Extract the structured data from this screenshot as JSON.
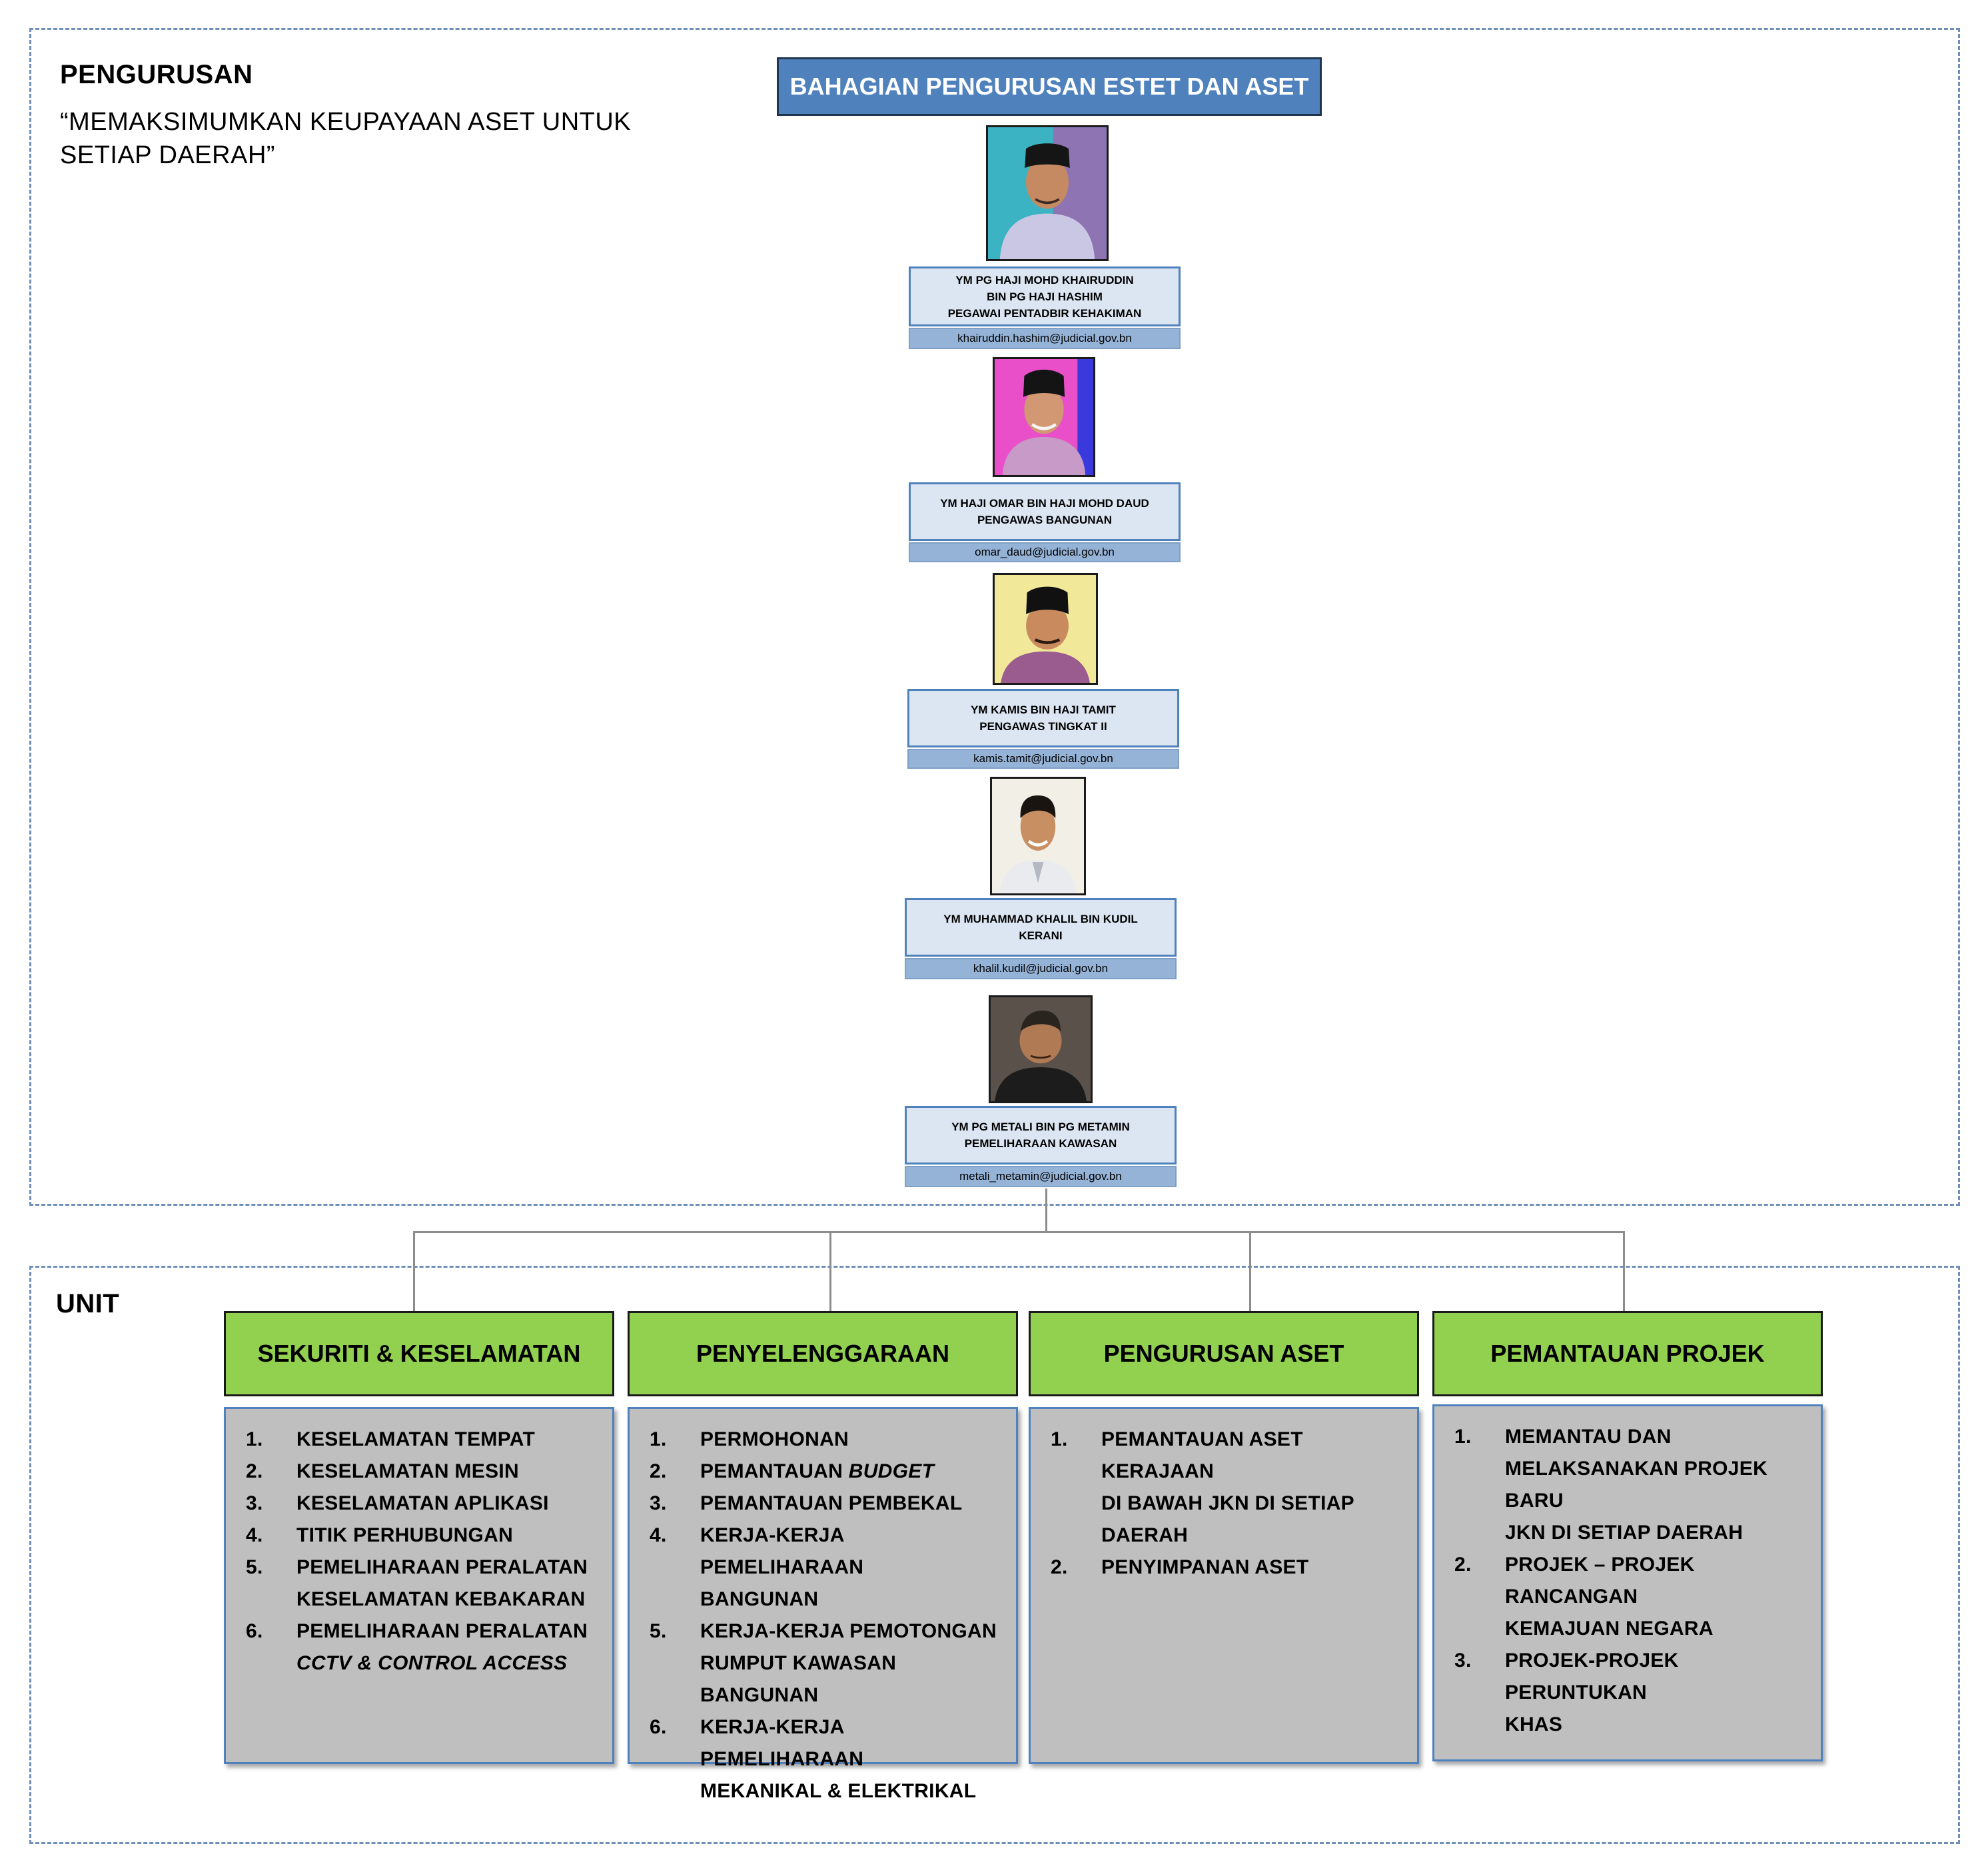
{
  "pengurusan": {
    "title": "PENGURUSAN",
    "tagline": "“MEMAKSIMUMKAN KEUPAYAAN ASET UNTUK SETIAP DAERAH”"
  },
  "department": {
    "title": "BAHAGIAN PENGURUSAN ESTET DAN ASET"
  },
  "staff": [
    {
      "name_lines": [
        "YM PG HAJI MOHD KHAIRUDDIN",
        "BIN PG HAJI HASHIM",
        "PEGAWAI PENTADBIR KEHAKIMAN"
      ],
      "email": "khairuddin.hashim@judicial.gov.bn",
      "photo_bg": "#3bb3c3"
    },
    {
      "name_lines": [
        "YM HAJI OMAR BIN HAJI MOHD DAUD",
        "PENGAWAS BANGUNAN"
      ],
      "email": "omar_daud@judicial.gov.bn",
      "photo_bg": "#e84fc8"
    },
    {
      "name_lines": [
        "YM KAMIS BIN HAJI TAMIT",
        "PENGAWAS TINGKAT II"
      ],
      "email": "kamis.tamit@judicial.gov.bn",
      "photo_bg": "#f1e89a"
    },
    {
      "name_lines": [
        "YM MUHAMMAD KHALIL BIN KUDIL",
        "KERANI"
      ],
      "email": "khalil.kudil@judicial.gov.bn",
      "photo_bg": "#f2f0e6"
    },
    {
      "name_lines": [
        "YM PG METALI BIN PG METAMIN",
        "PEMELIHARAAN KAWASAN"
      ],
      "email": "metali_metamin@judicial.gov.bn",
      "photo_bg": "#5a524a"
    }
  ],
  "unit": {
    "title": "UNIT",
    "units": [
      {
        "title": "SEKURITI & KESELAMATAN",
        "items": [
          {
            "num": "1.",
            "lines": [
              "KESELAMATAN TEMPAT"
            ]
          },
          {
            "num": "2.",
            "lines": [
              "KESELAMATAN MESIN"
            ]
          },
          {
            "num": "3.",
            "lines": [
              "KESELAMATAN APLIKASI"
            ]
          },
          {
            "num": "4.",
            "lines": [
              "TITIK PERHUBUNGAN"
            ]
          },
          {
            "num": "5.",
            "lines": [
              "PEMELIHARAAN PERALATAN",
              "KESELAMATAN KEBAKARAN"
            ]
          },
          {
            "num": "6.",
            "lines": [
              "PEMELIHARAAN PERALATAN"
            ],
            "italic_line": "CCTV & CONTROL ACCESS"
          }
        ]
      },
      {
        "title": "PENYELENGGARAAN",
        "items": [
          {
            "num": "1.",
            "lines": [
              "PERMOHONAN"
            ]
          },
          {
            "num": "2.",
            "lines": [
              "PEMANTAUAN"
            ],
            "italic_suffix": "BUDGET"
          },
          {
            "num": "3.",
            "lines": [
              "PEMANTAUAN PEMBEKAL"
            ]
          },
          {
            "num": "4.",
            "lines": [
              "KERJA-KERJA PEMELIHARAAN",
              "BANGUNAN"
            ]
          },
          {
            "num": "5.",
            "lines": [
              "KERJA-KERJA PEMOTONGAN",
              "RUMPUT KAWASAN",
              "BANGUNAN"
            ]
          },
          {
            "num": "6.",
            "lines": [
              "KERJA-KERJA PEMELIHARAAN",
              "MEKANIKAL & ELEKTRIKAL"
            ]
          }
        ]
      },
      {
        "title": "PENGURUSAN ASET",
        "items": [
          {
            "num": "1.",
            "lines": [
              "PEMANTAUAN ASET KERAJAAN",
              "DI BAWAH JKN DI SETIAP",
              "DAERAH"
            ]
          },
          {
            "num": "2.",
            "lines": [
              "PENYIMPANAN ASET"
            ]
          }
        ]
      },
      {
        "title": "PEMANTAUAN PROJEK",
        "items": [
          {
            "num": "1.",
            "lines": [
              "MEMANTAU DAN",
              "MELAKSANAKAN PROJEK BARU",
              "JKN DI SETIAP DAERAH"
            ]
          },
          {
            "num": "2.",
            "lines": [
              "PROJEK – PROJEK RANCANGAN",
              "KEMAJUAN NEGARA"
            ]
          },
          {
            "num": "3.",
            "lines": [
              "PROJEK-PROJEK PERUNTUKAN",
              "KHAS"
            ]
          }
        ]
      }
    ]
  }
}
